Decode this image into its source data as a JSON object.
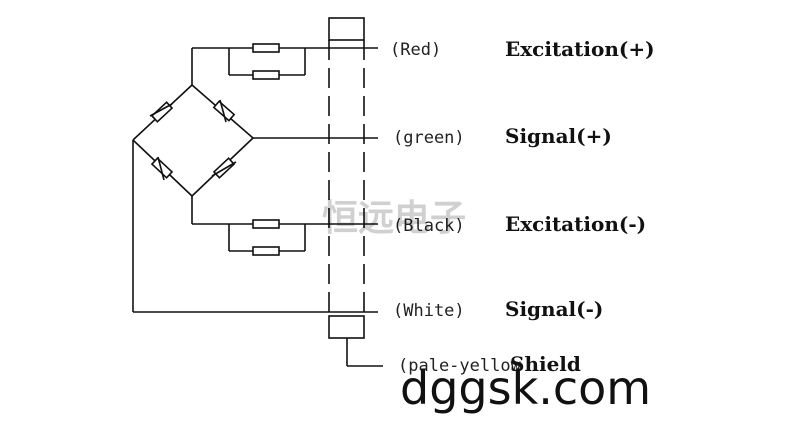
{
  "wires": [
    {
      "color_label": "(Red)",
      "function": "Excitation(+)"
    },
    {
      "color_label": "(green)",
      "function": "Signal(+)"
    },
    {
      "color_label": "(Black)",
      "function": "Excitation(-)"
    },
    {
      "color_label": "(White)",
      "function": "Signal(-)"
    },
    {
      "color_label": "(pale-yellow",
      "function": "Shield"
    }
  ],
  "watermark": {
    "cn": "恒远电子",
    "url": "dggsk.com"
  },
  "colors": {
    "line": "#111111",
    "background": "#ffffff"
  }
}
